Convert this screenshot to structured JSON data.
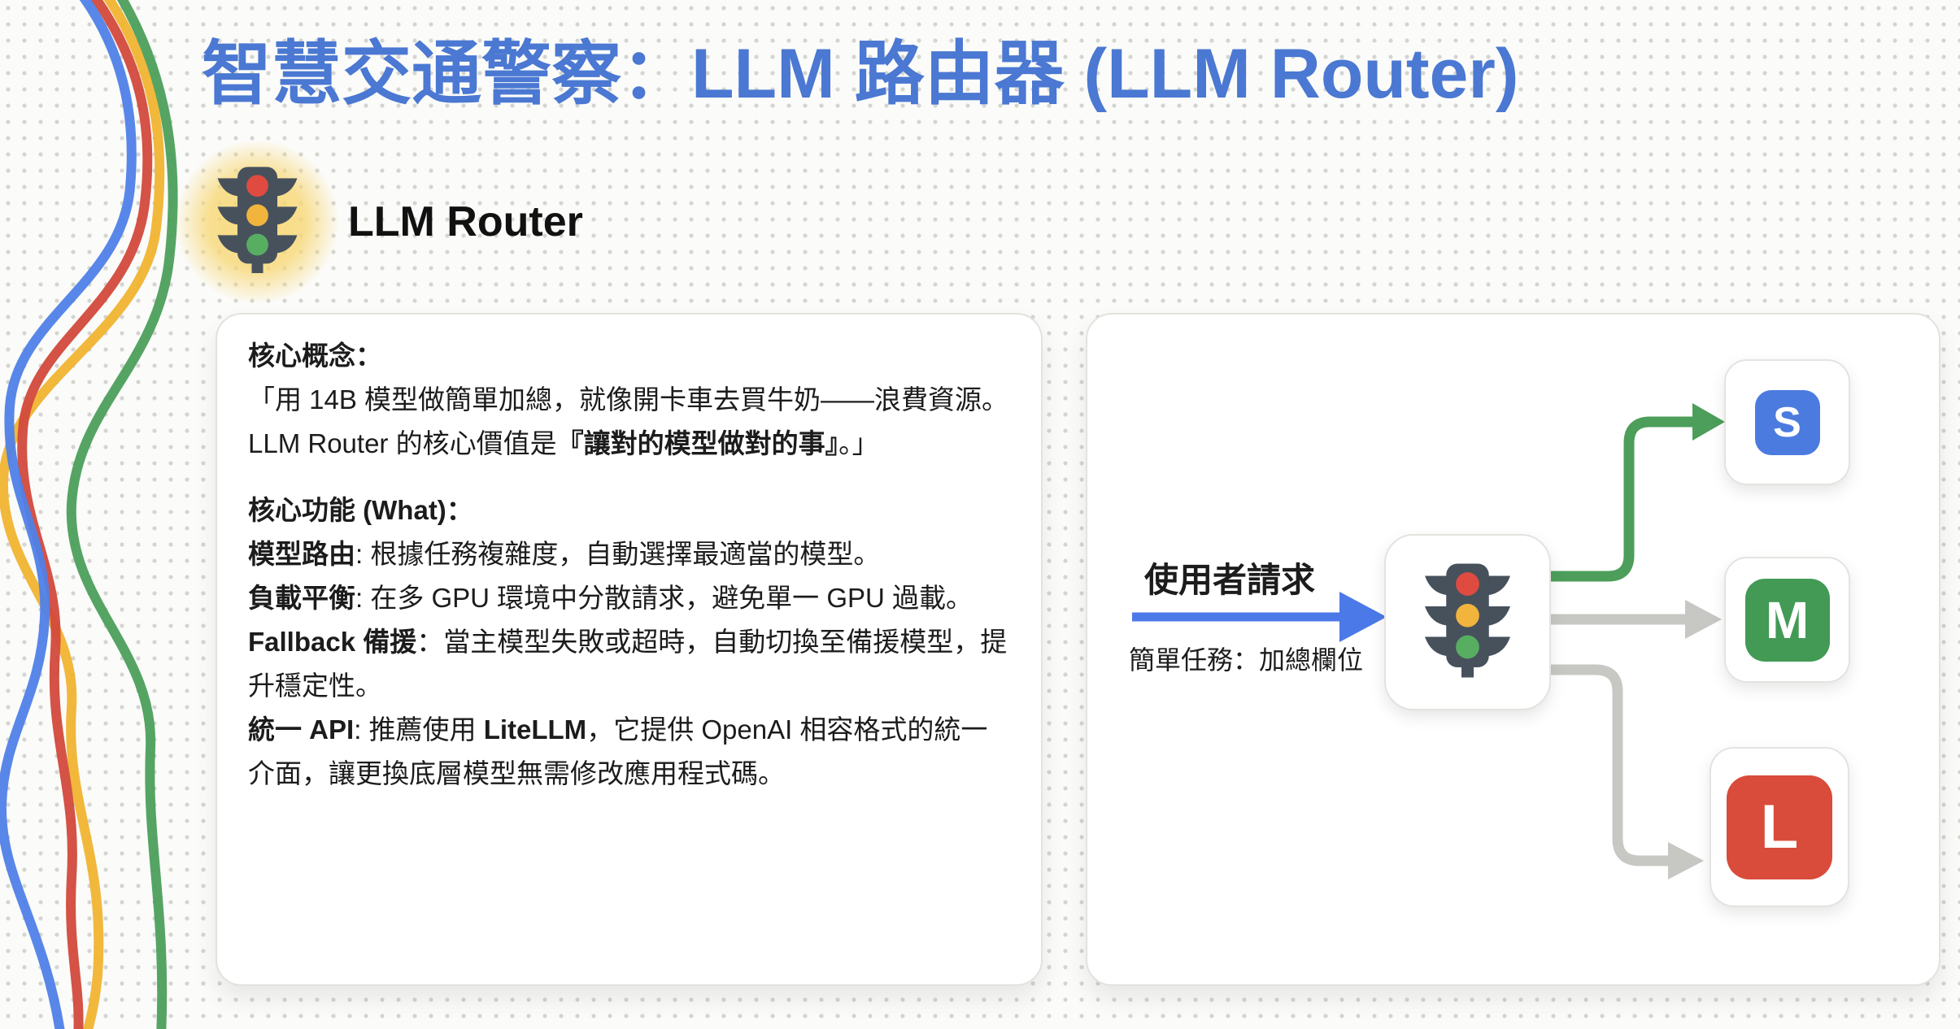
{
  "colors": {
    "title": "#4a78d2",
    "request_arrow": "#4b79e8",
    "active_route": "#4c9e5a",
    "idle_route": "#c7c7c4",
    "wave_blue": "#4f81e8",
    "wave_red": "#d2493c",
    "wave_yellow": "#f0b432",
    "wave_green": "#4c9f5c",
    "light_body": "#47515c",
    "light_red": "#df4b41",
    "light_yellow": "#f1b43c",
    "light_green": "#57ae61"
  },
  "page": {
    "title": "智慧交通警察：LLM 路由器 (LLM Router)"
  },
  "header": {
    "app_name": "LLM Router"
  },
  "info_card": {
    "concept_heading": "核心概念：",
    "quote_pre": "「用 14B 模型做簡單加總，就像開卡車去買牛奶——浪費資源。LLM Router 的核心價值是",
    "quote_bold": "『讓對的模型做對的事』",
    "quote_post": "。」",
    "functions_heading": "核心功能 (What)：",
    "f1_term": "模型路由",
    "f1_desc": ": 根據任務複雜度，自動選擇最適當的模型。",
    "f2_term": "負載平衡",
    "f2_desc": ": 在多 GPU 環境中分散請求，避免單一 GPU 過載。",
    "f3_term": "Fallback 備援",
    "f3_desc": "：當主模型失敗或超時，自動切換至備援模型，提升穩定性。",
    "f4_term": "統一 API",
    "f4_mid": ": 推薦使用 ",
    "f4_bold": "LiteLLM",
    "f4_desc": "，它提供 OpenAI 相容格式的統一介面，讓更換底層模型無需修改應用程式碼。"
  },
  "diagram": {
    "input_label": "使用者請求",
    "input_sublabel": "簡單任務：加總欄位",
    "targets": [
      {
        "label": "S",
        "color": "#4c7be0"
      },
      {
        "label": "M",
        "color": "#429a55"
      },
      {
        "label": "L",
        "color": "#d94b3a"
      }
    ]
  }
}
